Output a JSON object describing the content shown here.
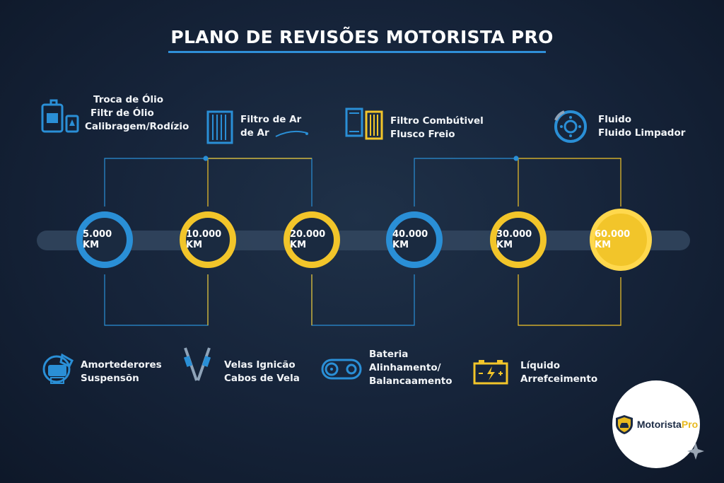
{
  "title": "PLANO DE REVISÕES MOTORISTA PRO",
  "colors": {
    "blue": "#2a8fd6",
    "yellow": "#f2c52a",
    "background": "#16243a"
  },
  "milestones": [
    {
      "label": "5.000 KM",
      "style": "blue"
    },
    {
      "label": "10.000 KM",
      "style": "yellow"
    },
    {
      "label": "20.000 KM",
      "style": "yellow"
    },
    {
      "label": "40.000 KM",
      "style": "blue"
    },
    {
      "label": "30.000 KM",
      "style": "yellow"
    },
    {
      "label": "60.000 KM",
      "style": "yellow-filled"
    }
  ],
  "top_items": [
    {
      "icon": "oil-can-icon",
      "lines": [
        "Troca de Ólio",
        "Filtr de Ólio",
        "Calibragem/Rodízio"
      ]
    },
    {
      "icon": "air-filter-icon",
      "lines": [
        "Filtro de Ar",
        "de Ar"
      ]
    },
    {
      "icon": "fuel-filter-icon",
      "lines": [
        "Filtro Combútivel",
        "Flusco Freio"
      ]
    },
    {
      "icon": "brake-disc-icon",
      "lines": [
        "Fluido",
        "Fluido Limpador"
      ]
    }
  ],
  "bottom_items": [
    {
      "icon": "shock-absorber-icon",
      "lines": [
        "Amortederores",
        "Suspensõn"
      ]
    },
    {
      "icon": "spark-plug-icon",
      "lines": [
        "Velas Ignicão",
        "Cabos de Vela"
      ]
    },
    {
      "icon": "timing-belt-icon",
      "lines": [
        "Bateria",
        "Alinhamento/",
        "Balancaamento"
      ]
    },
    {
      "icon": "battery-icon",
      "lines": [
        "Líquido",
        "Arrefceimento"
      ]
    }
  ],
  "logo": {
    "name": "Motorista",
    "suffix": "Pro",
    "icon": "shield-car-icon"
  }
}
